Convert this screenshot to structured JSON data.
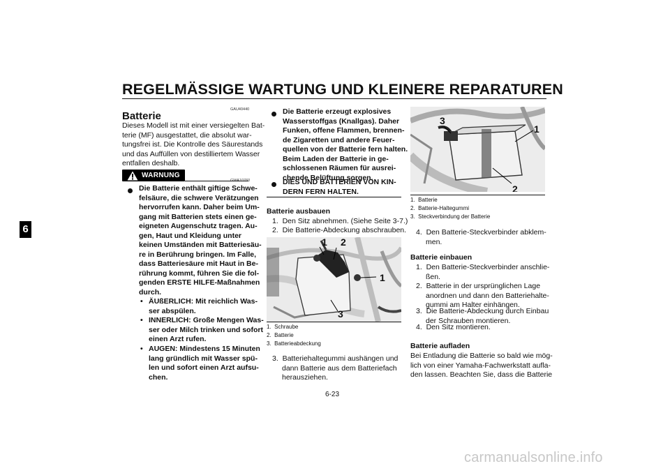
{
  "header": {
    "title": "REGELMÄSSIGE WARTUNG UND KLEINERE REPARATUREN",
    "chapter_tab": "6"
  },
  "col1": {
    "code": "GAU40440",
    "heading": "Batterie",
    "intro": [
      "Dieses Modell ist mit einer versiegelten Bat-",
      "terie (MF) ausgestattet, die absolut war-",
      "tungsfrei ist. Die Kontrolle des Säurestands",
      "und das Auffüllen von destilliertem Wasser",
      "entfallen deshalb."
    ],
    "warning_label": "WARNUNG",
    "warning_code": "GWA10760",
    "warn_bullet": [
      "Die Batterie enthält giftige Schwe-",
      "felsäure, die schwere Verätzungen",
      "hervorrufen kann. Daher beim Um-",
      "gang mit Batterien stets einen ge-",
      "eigneten Augenschutz tragen. Au-",
      "gen, Haut und Kleidung unter",
      "keinen Umständen mit Batteriesäu-",
      "re in Berührung bringen. Im Falle,",
      "dass Batteriesäure mit Haut in Be-",
      "rührung kommt, führen Sie die fol-",
      "genden ERSTE HILFE-Maßnahmen",
      "durch."
    ],
    "sub1": [
      "ÄUßERLICH: Mit reichlich Was-",
      "ser abspülen."
    ],
    "sub2": [
      "INNERLICH: Große Mengen Was-",
      "ser oder Milch trinken und sofort",
      "einen Arzt rufen."
    ],
    "sub3": [
      "AUGEN: Mindestens 15 Minuten",
      "lang gründlich mit Wasser spü-",
      "len und sofort einen Arzt aufsu-",
      "chen."
    ]
  },
  "col2": {
    "bullet1": [
      "Die Batterie erzeugt explosives",
      "Wasserstoffgas (Knallgas). Daher",
      "Funken, offene Flammen, brennen-",
      "de Zigaretten und andere Feuer-",
      "quellen von der Batterie fern halten.",
      "Beim Laden der Batterie in ge-",
      "schlossenen Räumen für ausrei-",
      "chende Belüftung sorgen."
    ],
    "bullet2": [
      "DIES UND BATTERIEN VON KIN-",
      "DERN FERN HALTEN."
    ],
    "removal_heading": "Batterie ausbauen",
    "step1": "1.  Den Sitz abnehmen. (Siehe Seite 3-7.)",
    "step2": "2.  Die Batterie-Abdeckung abschrauben.",
    "fig_labels": [
      "1",
      "2",
      "1",
      "3"
    ],
    "captions": [
      "1.  Schraube",
      "2.  Batterie",
      "3.  Batterieabdeckung"
    ],
    "step3": [
      "3.  Batteriehaltegummi aushängen und",
      "dann Batterie aus dem Batteriefach",
      "herausziehen."
    ]
  },
  "col3": {
    "fig_labels": [
      "3",
      "1",
      "2"
    ],
    "captions": [
      "1.  Batterie",
      "2.  Batterie-Haltegummi",
      "3.  Steckverbindung der Batterie"
    ],
    "step4": [
      "4.  Den Batterie-Steckverbinder abklem-",
      "men."
    ],
    "install_heading": "Batterie einbauen",
    "install1": [
      "1.  Den Batterie-Steckverbinder anschlie-",
      "ßen."
    ],
    "install2": [
      "2.  Batterie in der ursprünglichen Lage",
      "anordnen und dann den Batteriehalte-",
      "gummi am Halter einhängen."
    ],
    "install3": [
      "3.  Die Batterie-Abdeckung durch Einbau",
      "der Schrauben montieren."
    ],
    "install4": "4.  Den Sitz montieren.",
    "charge_heading": "Batterie aufladen",
    "charge_text": [
      "Bei Entladung die Batterie so bald wie mög-",
      "lich von einer Yamaha-Fachwerkstatt aufla-",
      "den lassen. Beachten Sie, dass die Batterie"
    ]
  },
  "footer": {
    "page_number": "6-23",
    "watermark": "carmanualsonline.info"
  }
}
